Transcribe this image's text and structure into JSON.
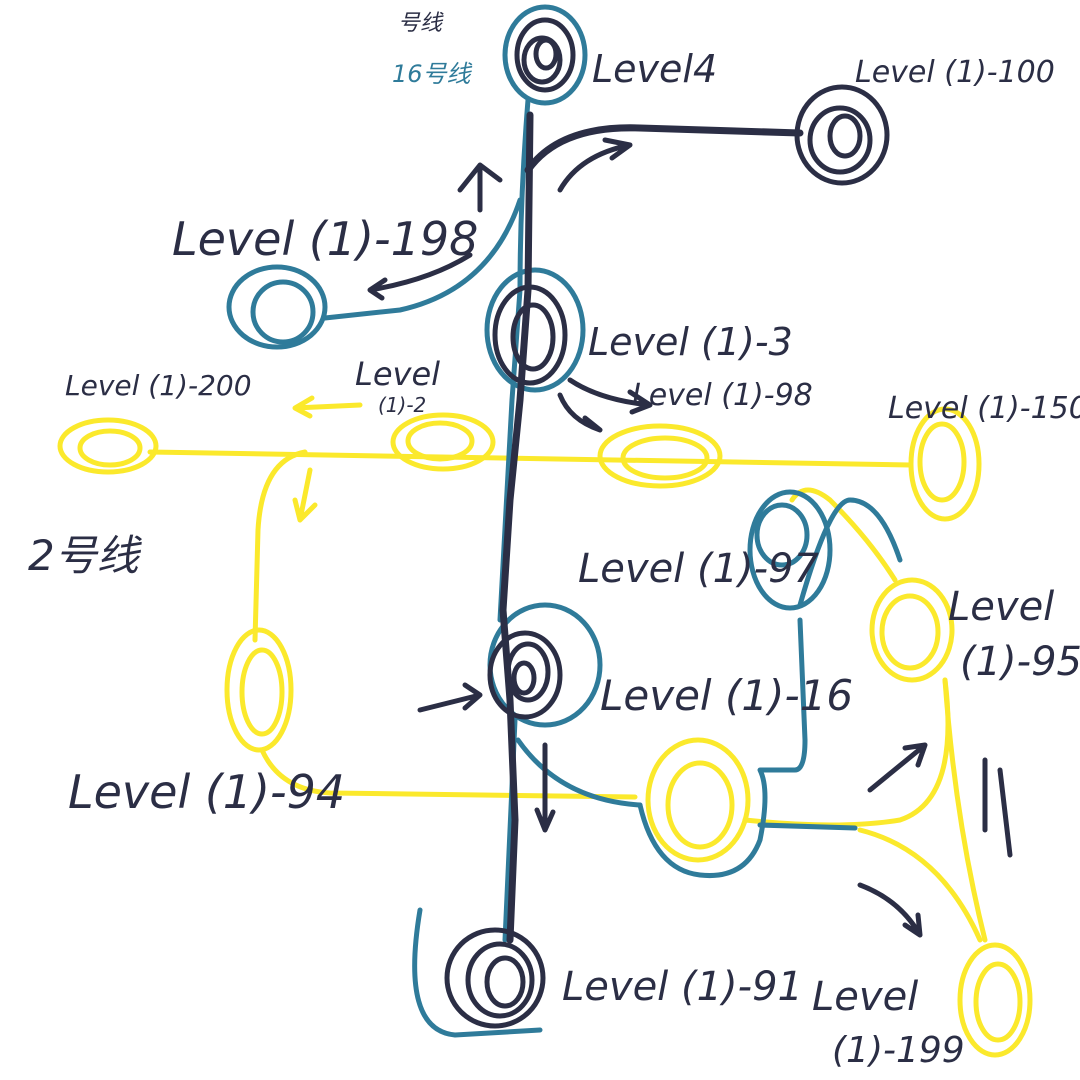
{
  "colors": {
    "dark_line": "#2b2e45",
    "blue_line": "#2f7b9a",
    "yellow_line": "#fbe92c",
    "background": "#ffffff"
  },
  "line_names": {
    "dark_line_label": "号线",
    "blue_line_label": "16号线",
    "yellow_line_label": "2号线"
  },
  "stations": {
    "level4": "Level4",
    "l100": "Level (1)-100",
    "l198": "Level (1)-198",
    "l3": "Level (1)-3",
    "l2_top": "Level",
    "l2_bottom": "(1)-2",
    "l98": "Level (1)-98",
    "l200": "Level (1)-200",
    "l150": "Level (1)-150",
    "l97": "Level (1)-97",
    "l95_top": "Level",
    "l95_bottom": "(1)-95",
    "l16": "Level (1)-16",
    "l94": "Level (1)-94",
    "l91": "Level (1)-91",
    "l199_top": "Level",
    "l199_bottom": "(1)-199"
  }
}
